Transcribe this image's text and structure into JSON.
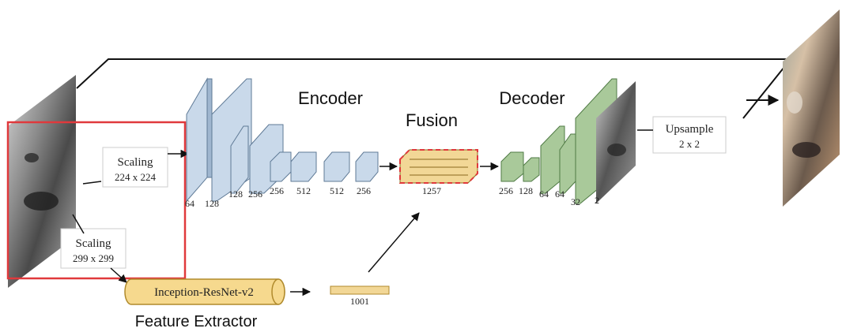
{
  "titles": {
    "encoder": "Encoder",
    "fusion": "Fusion",
    "decoder": "Decoder",
    "feature_extractor": "Feature Extractor"
  },
  "boxes": {
    "scaling_224_line1": "Scaling",
    "scaling_224_line2": "224 x 224",
    "scaling_299_line1": "Scaling",
    "scaling_299_line2": "299 x 299",
    "inception": "Inception-ResNet-v2",
    "upsample_line1": "Upsample",
    "upsample_line2": "2 x 2"
  },
  "encoder_layers": [
    "64",
    "128",
    "128",
    "256",
    "256",
    "512",
    "512",
    "256"
  ],
  "fusion_layer": "1257",
  "decoder_layers": [
    "256",
    "128",
    "64",
    "64",
    "32",
    "2"
  ],
  "feature_vector": "1001",
  "colors": {
    "encoder_block": "#c9d9ea",
    "encoder_edge": "#5f7a96",
    "decoder_block": "#a9c99a",
    "decoder_edge": "#4f7a44",
    "fusion_block": "#f2d796",
    "highlight_red": "#e0393c",
    "arrow": "#111111"
  },
  "icons": {
    "input_image": "grayscale-koala-image",
    "output_image": "colorized-koala-image",
    "decoder_image": "grayscale-koala-thumbnail"
  }
}
